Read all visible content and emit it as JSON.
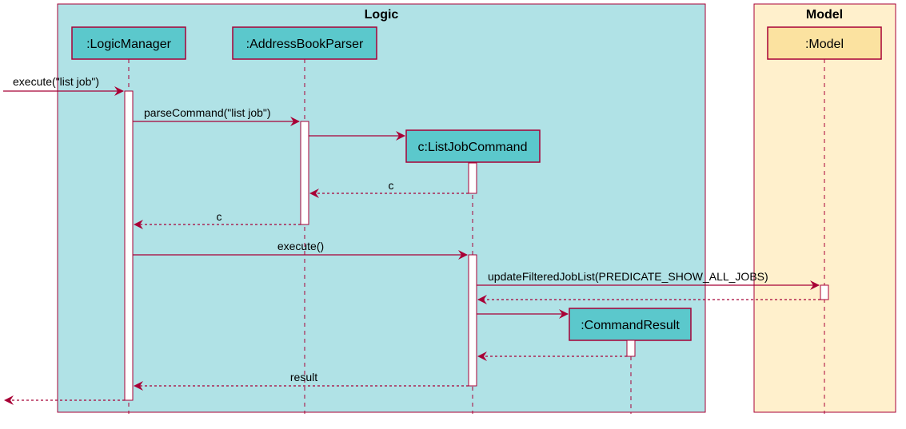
{
  "colors": {
    "logic_fill": "#b0e2e6",
    "model_fill": "#fff0cc",
    "border": "#a80036",
    "participant_fill": "#5bc8cc",
    "model_participant_fill": "#fbe2a0",
    "activation_fill": "#ffffff",
    "arrow": "#a80036"
  },
  "boxes": {
    "logic": {
      "title": "Logic"
    },
    "model": {
      "title": "Model"
    }
  },
  "participants": {
    "logic_manager": ":LogicManager",
    "address_book_parser": ":AddressBookParser",
    "list_job_command": "c:ListJobCommand",
    "model": ":Model",
    "command_result": ":CommandResult"
  },
  "messages": {
    "execute_list_job": "execute(\"list job\")",
    "parse_command": "parseCommand(\"list job\")",
    "create_command": "",
    "return_c_parser": "c",
    "return_c_manager": "c",
    "execute": "execute()",
    "update_filtered": "updateFilteredJobList(PREDICATE_SHOW_ALL_JOBS)",
    "return_model": "",
    "create_result": "",
    "return_command_result": "",
    "return_result": "result",
    "return_final": ""
  }
}
